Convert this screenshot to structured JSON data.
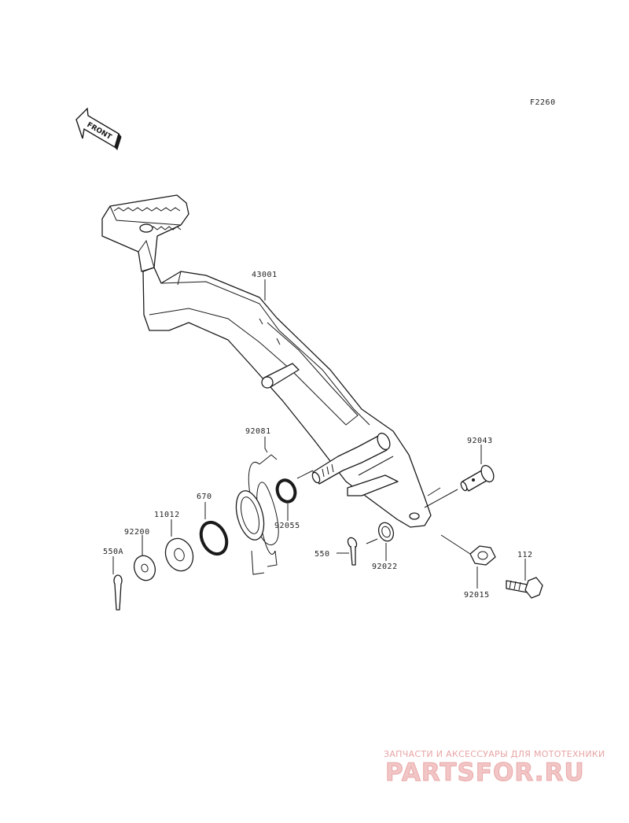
{
  "figure_code": "F2260",
  "front_arrow_text": "FRONT",
  "parts": [
    {
      "ref": "43001",
      "name": "brake-pedal"
    },
    {
      "ref": "92081",
      "name": "return-spring"
    },
    {
      "ref": "92043",
      "name": "clevis-pin"
    },
    {
      "ref": "92055",
      "name": "o-ring"
    },
    {
      "ref": "670",
      "name": "o-ring"
    },
    {
      "ref": "11012",
      "name": "cap"
    },
    {
      "ref": "92200",
      "name": "washer"
    },
    {
      "ref": "550A",
      "name": "cotter-pin"
    },
    {
      "ref": "550",
      "name": "cotter-pin"
    },
    {
      "ref": "92022",
      "name": "washer"
    },
    {
      "ref": "92015",
      "name": "nut"
    },
    {
      "ref": "112",
      "name": "bolt"
    }
  ],
  "watermark": {
    "tagline": "ЗАПЧАСТИ И АКСЕССУАРЫ ДЛЯ МОТОТЕХНИКИ",
    "brand": "PARTSFOR.RU"
  }
}
